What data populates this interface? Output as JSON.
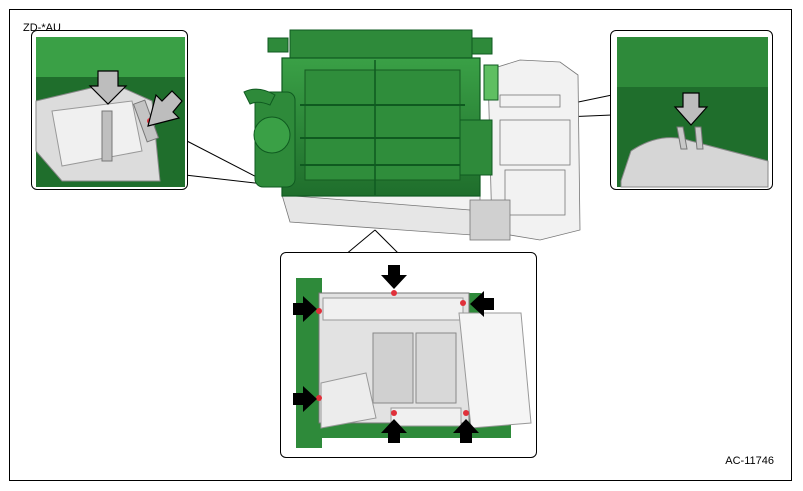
{
  "header": {
    "model_code": "ZD-*AU"
  },
  "footer": {
    "figure_id": "AC-11746"
  },
  "colors": {
    "highlight_green": "#2e8a3a",
    "dark_green": "#0f5a20",
    "light_green": "#5fbf62",
    "part_gray": "#d8d8d8",
    "arrow_black": "#000000",
    "arrow_gray": "#9a9a9a",
    "marker_red": "#e0303a"
  },
  "callouts": [
    {
      "name": "upper-left-detail",
      "arrows": [
        "gray-arrow-down",
        "gray-arrow-diagonal"
      ]
    },
    {
      "name": "upper-right-detail",
      "arrows": [
        "gray-arrow-down"
      ]
    },
    {
      "name": "bottom-detail",
      "arrows": [
        "black-arrow-down",
        "black-arrow-right",
        "black-arrow-left",
        "black-arrow-right",
        "black-arrow-up",
        "black-arrow-up"
      ]
    }
  ]
}
